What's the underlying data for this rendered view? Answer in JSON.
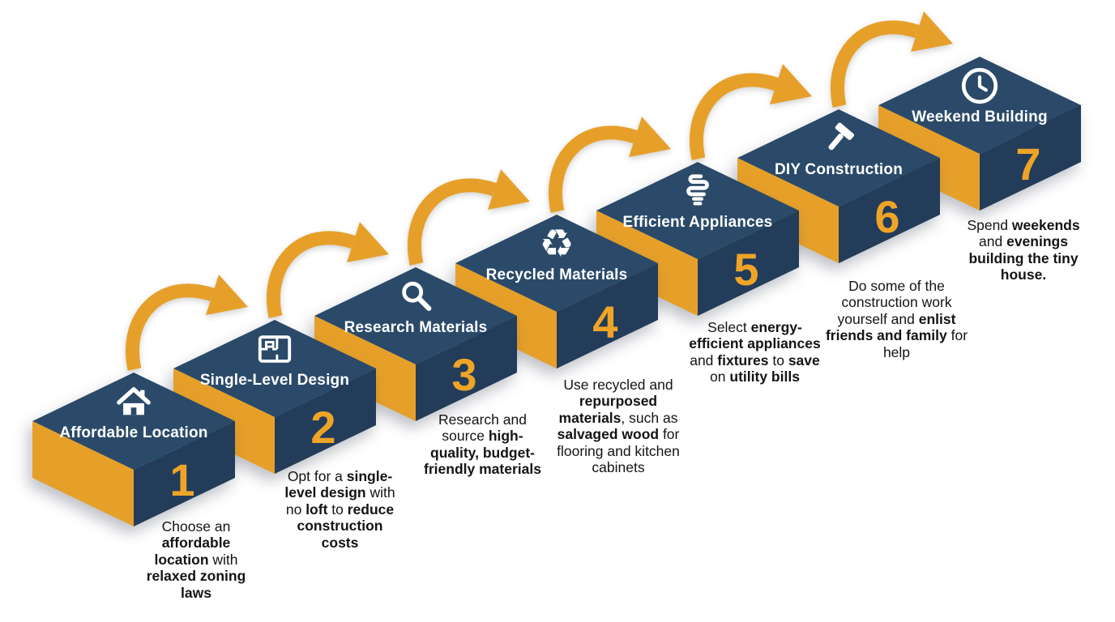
{
  "colors": {
    "navy_top": "#2B4A69",
    "navy_front": "#223C5A",
    "navy_side": "#1D3450",
    "accent_orange": "#E6A02A",
    "number_orange": "#EFA427",
    "text_ink": "#141414",
    "title_white": "#FFFFFF",
    "background": "#FFFFFF"
  },
  "glyphs": {
    "recycle": "♻"
  },
  "steps": [
    {
      "number": "1",
      "title": "Affordable Location",
      "icon": "house-icon",
      "desc": [
        {
          "t": "Choose an ",
          "b": false
        },
        {
          "t": "affordable location",
          "b": true
        },
        {
          "t": " with ",
          "b": false
        },
        {
          "t": "relaxed zoning laws",
          "b": true
        }
      ]
    },
    {
      "number": "2",
      "title": "Single-Level Design",
      "icon": "blueprint-icon",
      "desc": [
        {
          "t": "Opt for a ",
          "b": false
        },
        {
          "t": "single-level design",
          "b": true
        },
        {
          "t": " with no ",
          "b": false
        },
        {
          "t": "loft",
          "b": true
        },
        {
          "t": " to ",
          "b": false
        },
        {
          "t": "reduce construction costs",
          "b": true
        }
      ]
    },
    {
      "number": "3",
      "title": "Research Materials",
      "icon": "magnifier-icon",
      "desc": [
        {
          "t": "Research and source ",
          "b": false
        },
        {
          "t": "high-quality, budget-friendly materials",
          "b": true
        }
      ]
    },
    {
      "number": "4",
      "title": "Recycled Materials",
      "icon": "recycle-icon",
      "desc": [
        {
          "t": "Use recycled and ",
          "b": false
        },
        {
          "t": "repurposed materials",
          "b": true
        },
        {
          "t": ", such as ",
          "b": false
        },
        {
          "t": "salvaged wood",
          "b": true
        },
        {
          "t": " for flooring and kitchen cabinets",
          "b": false
        }
      ]
    },
    {
      "number": "5",
      "title": "Efficient Appliances",
      "icon": "cfl-bulb-icon",
      "desc": [
        {
          "t": "Select ",
          "b": false
        },
        {
          "t": "energy-efficient appliances",
          "b": true
        },
        {
          "t": " and ",
          "b": false
        },
        {
          "t": "fixtures",
          "b": true
        },
        {
          "t": " to ",
          "b": false
        },
        {
          "t": "save",
          "b": true
        },
        {
          "t": " on ",
          "b": false
        },
        {
          "t": "utility bills",
          "b": true
        }
      ]
    },
    {
      "number": "6",
      "title": "DIY Construction",
      "icon": "hammer-icon",
      "desc": [
        {
          "t": "Do some of the construction work yourself and ",
          "b": false
        },
        {
          "t": "enlist friends and family",
          "b": true
        },
        {
          "t": " for help",
          "b": false
        }
      ]
    },
    {
      "number": "7",
      "title": "Weekend Building",
      "icon": "clock-icon",
      "desc": [
        {
          "t": "Spend ",
          "b": false
        },
        {
          "t": "weekends",
          "b": true
        },
        {
          "t": " and ",
          "b": false
        },
        {
          "t": "evenings building the tiny house.",
          "b": true
        }
      ]
    }
  ]
}
